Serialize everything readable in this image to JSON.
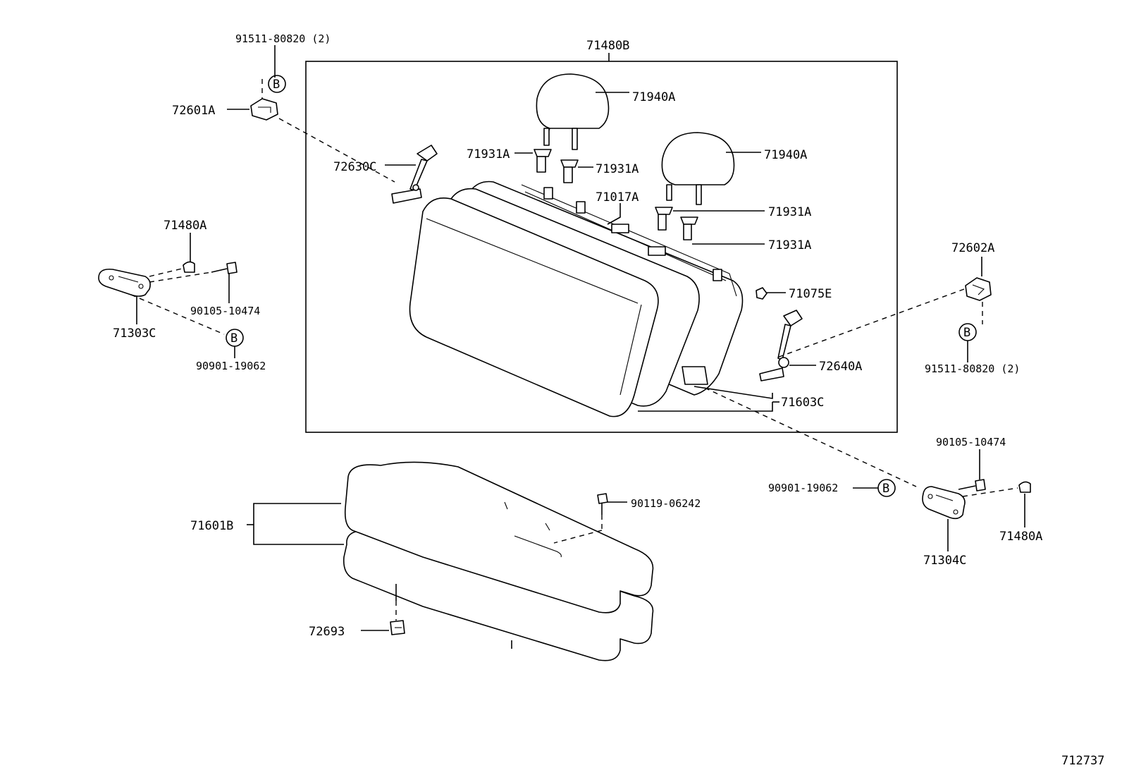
{
  "diagram": {
    "figure_number": "712737",
    "ref_letter": "B",
    "labels": {
      "seatback_assy": "71480B",
      "headrest_1": "71940A",
      "headrest_2": "71940A",
      "support_1": "71931A",
      "support_2": "71931A",
      "support_3": "71931A",
      "support_4": "71931A",
      "back_pad": "71017A",
      "clip": "71075E",
      "lock_left": "72630C",
      "lock_right": "72640A",
      "back_cover": "71603C",
      "hinge_left": "71303C",
      "hinge_right": "71304C",
      "cover_left": "71480A",
      "cover_right": "71480A",
      "bolt_left": "90105-10474",
      "bolt_right": "90105-10474",
      "grommet_left": "90901-19062",
      "grommet_right": "90901-19062",
      "striker_left": "72601A",
      "striker_right": "72602A",
      "striker_screw_left": "91511-80820 (2)",
      "striker_screw_right": "91511-80820 (2)",
      "cushion_assy": "71601B",
      "cushion_bolt": "90119-06242",
      "cushion_hook": "72693"
    }
  }
}
